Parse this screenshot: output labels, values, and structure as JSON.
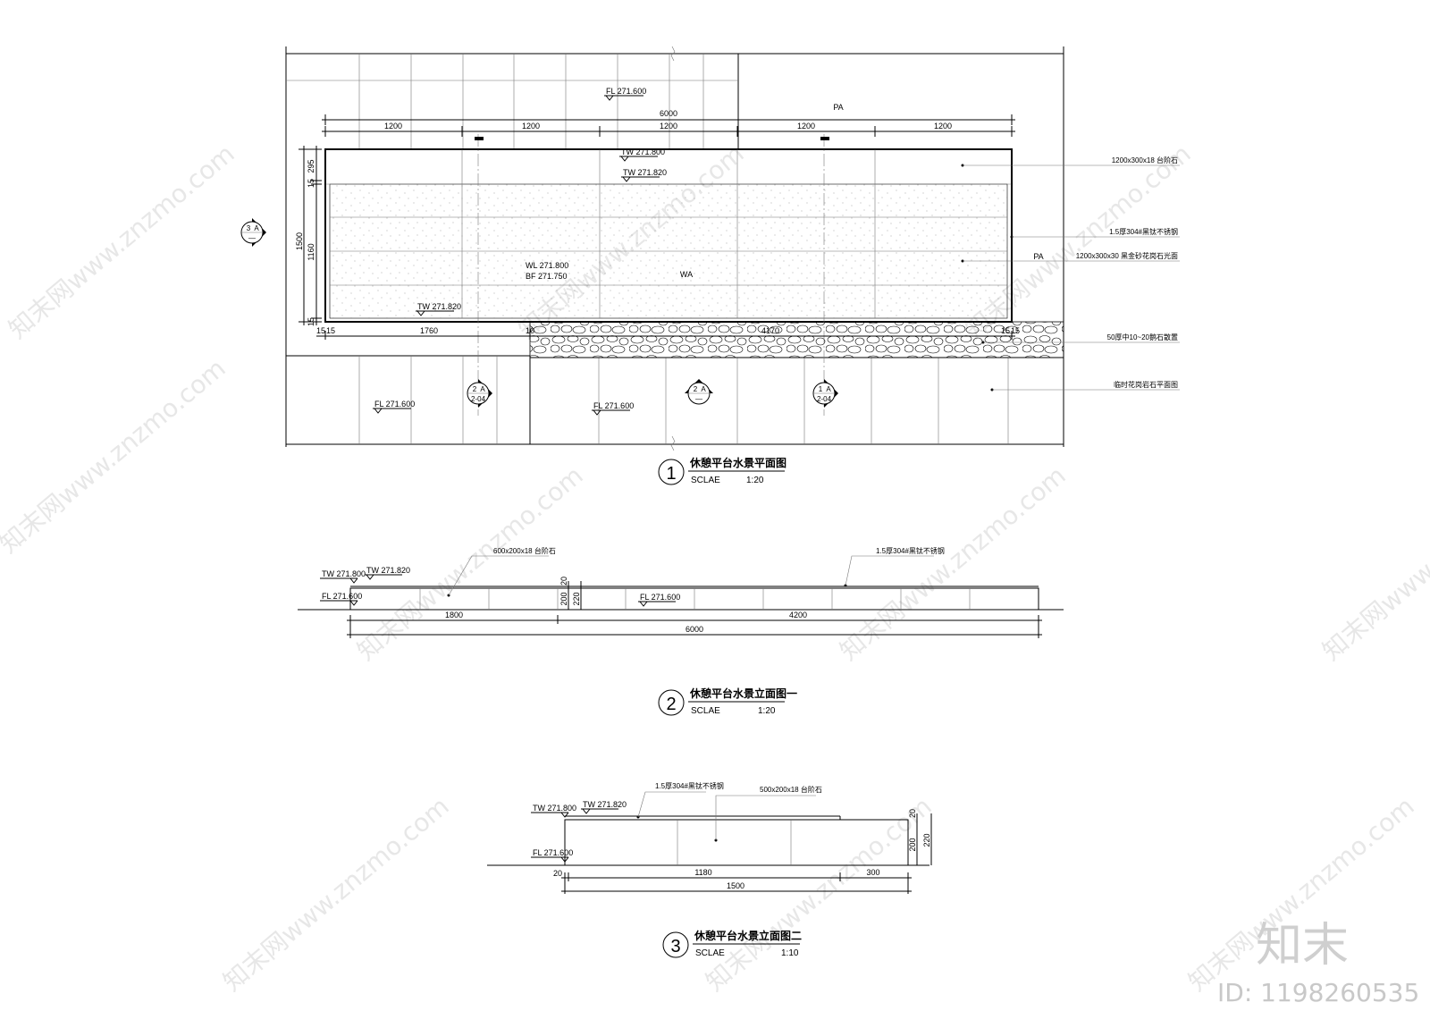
{
  "watermark": {
    "text": "知末网www.znzmo.com",
    "brand": "知末",
    "id": "ID: 1198260535"
  },
  "plan": {
    "title": "休憩平台水景平面图",
    "number": "1",
    "scale_label": "SCLAE",
    "scale": "1:20",
    "dims_top": [
      "1200",
      "1200",
      "1200",
      "1200",
      "1200"
    ],
    "dim_total": "6000",
    "dims_left": [
      "295",
      "15",
      "1160",
      "15"
    ],
    "dim_left_total": "1500",
    "dims_bottom": [
      "15",
      "15",
      "1760",
      "10",
      "4170",
      "15",
      "15"
    ],
    "levels": {
      "fl_top": "FL 271.600",
      "tw_top1": "TW 271.800",
      "tw_top2": "TW 271.820",
      "wl": "WL 271.800",
      "bf": "BF 271.750",
      "tw_bottom": "TW 271.820",
      "fl_bl": "FL 271.600",
      "fl_bm": "FL 271.600"
    },
    "labels": {
      "pa_top": "PA",
      "pa_right": "PA",
      "wa": "WA"
    },
    "notes": [
      "1200x300x18 台阶石",
      "1.5厚304#黑钛不锈钢",
      "1200x300x30 黑金砂花岗石光面",
      "50厚中10~20鹅石散置",
      "临时花岗岩石平面图"
    ],
    "callouts": [
      {
        "top": "3",
        "mid": "A",
        "bottom": "—"
      },
      {
        "top": "2",
        "mid": "A",
        "bottom": "2-04"
      },
      {
        "top": "2",
        "mid": "A",
        "bottom": "—"
      },
      {
        "top": "1",
        "mid": "A",
        "bottom": "2-04"
      }
    ]
  },
  "elev1": {
    "title": "休憩平台水景立面图一",
    "number": "2",
    "scale_label": "SCLAE",
    "scale": "1:20",
    "levels": {
      "tw1": "TW 271.800",
      "tw2": "TW 271.820",
      "fl": "FL 271.600",
      "fl_mid": "FL 271.600"
    },
    "notes": [
      "600x200x18 台阶石",
      "1.5厚304#黑钛不锈钢"
    ],
    "dims_h": [
      "1800",
      "4200"
    ],
    "dim_total": "6000",
    "dims_v": [
      "20",
      "200",
      "220"
    ]
  },
  "elev2": {
    "title": "休憩平台水景立面图二",
    "number": "3",
    "scale_label": "SCLAE",
    "scale": "1:10",
    "levels": {
      "tw1": "TW 271.800",
      "tw2": "TW 271.820",
      "fl": "FL 271.600"
    },
    "notes": [
      "1.5厚304#黑钛不锈钢",
      "500x200x18 台阶石"
    ],
    "dims_h": [
      "20",
      "1180",
      "300"
    ],
    "dim_total": "1500",
    "dims_v": [
      "20",
      "200",
      "220"
    ]
  }
}
